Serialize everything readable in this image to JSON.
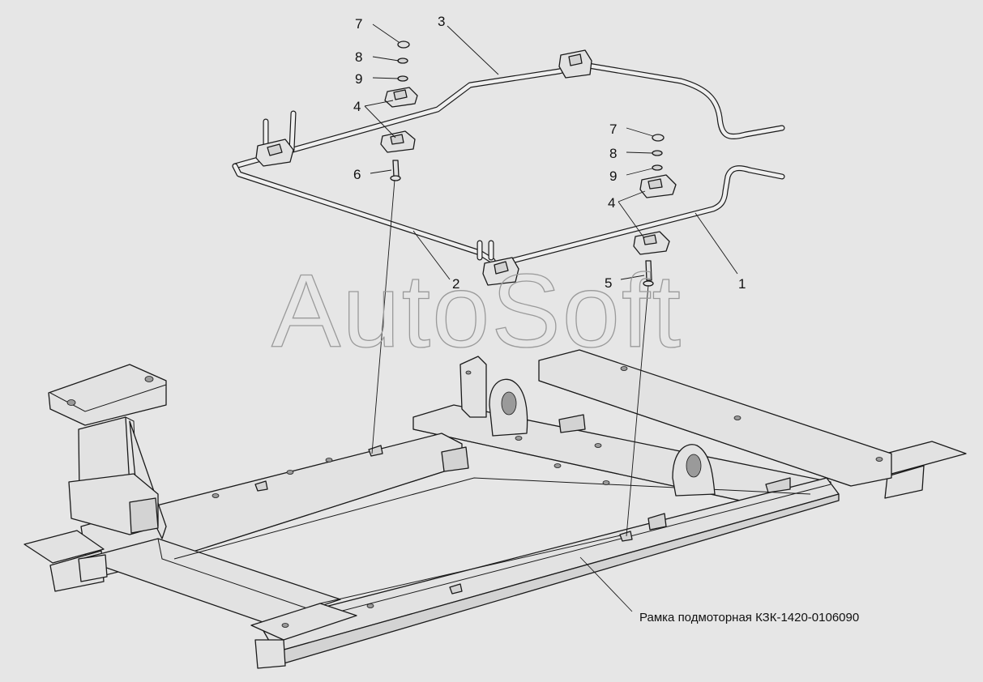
{
  "callouts": [
    {
      "id": "c7a",
      "label": "7"
    },
    {
      "id": "c8a",
      "label": "8"
    },
    {
      "id": "c9a",
      "label": "9"
    },
    {
      "id": "c4a",
      "label": "4"
    },
    {
      "id": "c6",
      "label": "6"
    },
    {
      "id": "c3",
      "label": "3"
    },
    {
      "id": "c2",
      "label": "2"
    },
    {
      "id": "c7b",
      "label": "7"
    },
    {
      "id": "c8b",
      "label": "8"
    },
    {
      "id": "c9b",
      "label": "9"
    },
    {
      "id": "c4b",
      "label": "4"
    },
    {
      "id": "c5",
      "label": "5"
    },
    {
      "id": "c1",
      "label": "1"
    }
  ],
  "caption": "Рамка подмоторная КЗК-1420-0106090",
  "watermark": "AutoSoft",
  "colors": {
    "background": "#e6e6e6",
    "line": "#1a1a1a",
    "watermark": "#9a9a9a"
  }
}
